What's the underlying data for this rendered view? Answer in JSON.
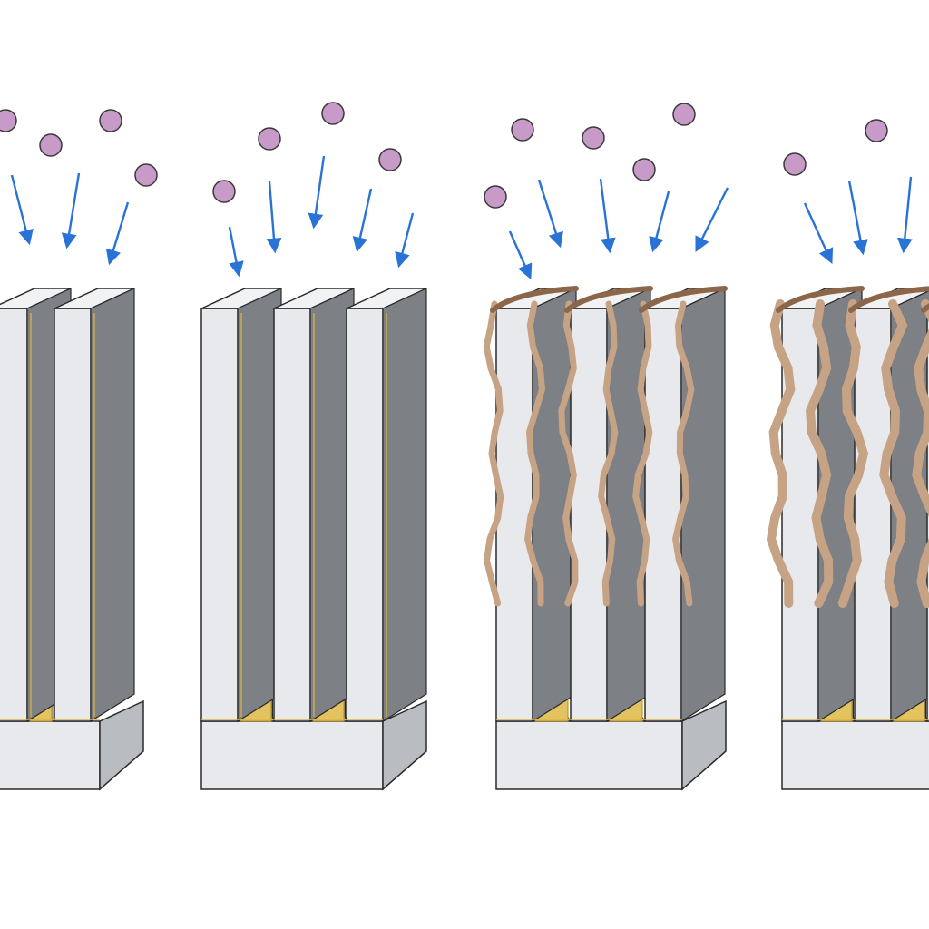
{
  "diagram": {
    "panel_count": 4,
    "panels": [
      {
        "stage": "clean-trenches",
        "trench_count": 2,
        "deposition": false,
        "bottom_fill_level": 0.12
      },
      {
        "stage": "clean-trenches",
        "trench_count": 3,
        "deposition": false,
        "bottom_fill_level": 0.12
      },
      {
        "stage": "wavy-film-coating",
        "trench_count": 3,
        "deposition": true,
        "bottom_fill_level": 0.2
      },
      {
        "stage": "thick-film-coating",
        "trench_count": 3,
        "deposition": true,
        "bottom_fill_level": 0.2
      }
    ],
    "incoming_particles": "purple-spheres",
    "flux_arrows": "blue-downward-arrows"
  },
  "colors": {
    "background": "#ffffff",
    "substrate_face": "#e8e9ec",
    "substrate_top": "#f1f2f4",
    "substrate_side": "#b9bcc1",
    "trench_wall": "#9fa2a7",
    "trench_wall_shadow": "#7d8085",
    "outline": "#2a2a2a",
    "particle": "#c79ac8",
    "particle_outline": "#3a3a3a",
    "arrow": "#2a73d6",
    "film": "#c7a386",
    "film_edge": "#8c6649",
    "bottom_fill": "#e3c260",
    "bottom_fill_dark": "#b48a2a",
    "highlight": "#e0b83a"
  }
}
